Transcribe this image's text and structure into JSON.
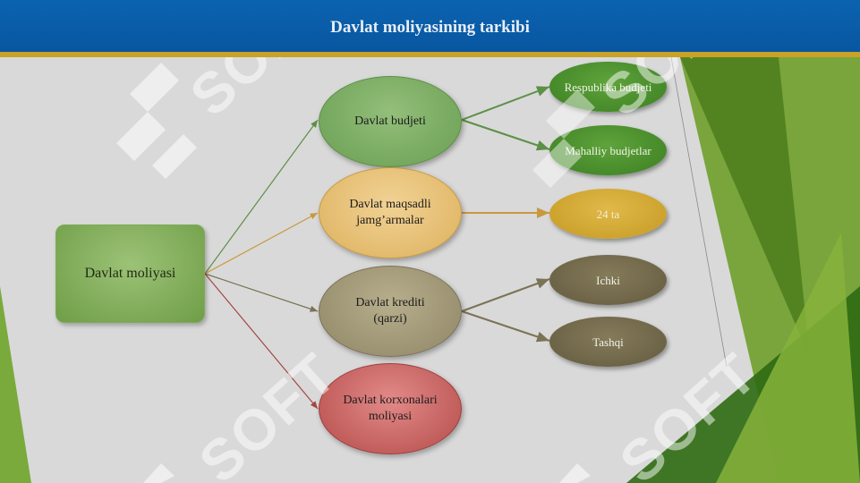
{
  "slide": {
    "title": "Davlat moliyasining tarkibi"
  },
  "watermark": {
    "text": "SOFT"
  },
  "diagram": {
    "root": "Davlat moliyasi",
    "branches": [
      {
        "label": "Davlat budjeti",
        "children": [
          "Respublika budjeti",
          "Mahalliy budjetlar"
        ]
      },
      {
        "label": "Davlat maqsadli jamg’armalar",
        "children": [
          "24 ta"
        ]
      },
      {
        "label": "Davlat krediti (qarzi)",
        "children": [
          "Ichki",
          "Tashqi"
        ]
      },
      {
        "label": "Davlat korxonalari moliyasi",
        "children": []
      }
    ]
  },
  "colors": {
    "header": "#0856a0",
    "accent_rule": "#c9a227",
    "green": "#6a9e52",
    "gold": "#ddb15e",
    "olive": "#8f8667",
    "red": "#b44c4a",
    "leaf_green": "#3b7f22",
    "leaf_gold": "#c59a22",
    "leaf_olive": "#635a3f"
  }
}
